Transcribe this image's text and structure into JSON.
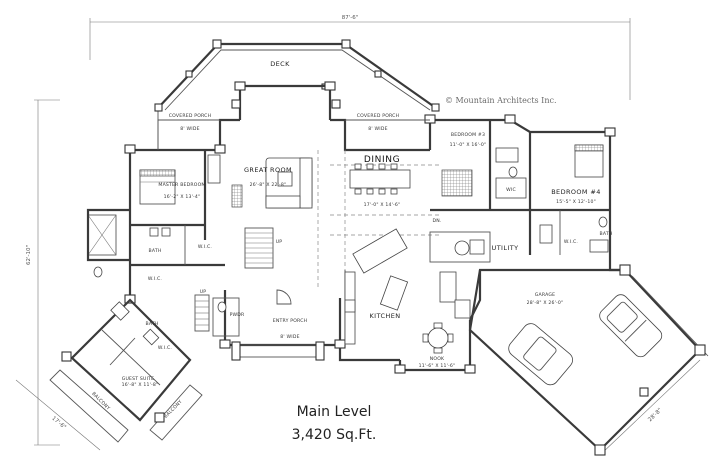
{
  "copyright": "© Mountain Architects Inc.",
  "caption": {
    "level": "Main Level",
    "area": "3,420 Sq.Ft."
  },
  "dimensions": {
    "overall_width": "87'-6\"",
    "overall_depth": "62'-10\"",
    "guest_wing": "17'-6\"",
    "garage_wing": "28'-8\""
  },
  "rooms": {
    "deck": {
      "name": "DECK"
    },
    "covered_porch_left": {
      "name": "COVERED PORCH",
      "size": "8' WIDE"
    },
    "covered_porch_right": {
      "name": "COVERED PORCH",
      "size": "8' WIDE"
    },
    "great_room": {
      "name": "GREAT ROOM",
      "size": "26'-8\" X 22'-8\""
    },
    "dining": {
      "name": "DINING",
      "size": "17'-0\" X 14'-6\""
    },
    "master_bedroom": {
      "name": "MASTER BEDROOM",
      "size": "16'-2\" X 13'-4\""
    },
    "bedroom_3": {
      "name": "BEDROOM #3",
      "size": "11'-0\" X 16'-0\""
    },
    "bedroom_4": {
      "name": "BEDROOM #4",
      "size": "15'-5\" X 12'-10\""
    },
    "master_bath": {
      "name": "BATH"
    },
    "bath_guest": {
      "name": "BATH"
    },
    "bath_4": {
      "name": "BATH"
    },
    "utility": {
      "name": "UTILITY"
    },
    "kitchen": {
      "name": "KITCHEN"
    },
    "nook": {
      "name": "NOOK",
      "size": "11'-6\" X 11'-6\""
    },
    "garage": {
      "name": "GARAGE",
      "size": "28'-8\" X 26'-0\""
    },
    "entry_porch": {
      "name": "ENTRY PORCH",
      "size": "8' WIDE"
    },
    "guest_suite": {
      "name": "GUEST SUITE",
      "size": "16'-8\" X 11'-8\""
    },
    "balcony_1": {
      "name": "BALCONY"
    },
    "balcony_2": {
      "name": "BALCONY"
    },
    "pwdr": {
      "name": "PWDR"
    }
  },
  "closets": {
    "wic": "W.I.C.",
    "wic_short": "WIC"
  },
  "stair_labels": {
    "up": "UP",
    "dn": "DN."
  }
}
